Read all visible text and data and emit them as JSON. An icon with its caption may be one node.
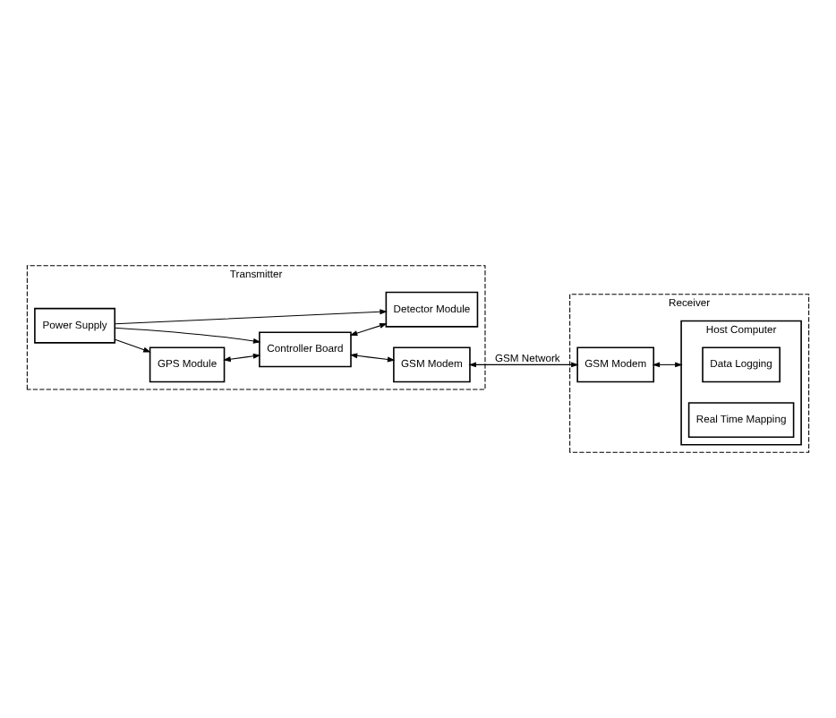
{
  "diagram": {
    "nodes": [
      {
        "text": [
          "Transmitter"
        ]
      },
      {
        "text": [
          "Power Supply"
        ],
        "in": 0
      },
      {
        "text": [
          "GPS Module"
        ],
        "in": 0
      },
      {
        "text": [
          "Controller Board"
        ],
        "in": 0
      },
      {
        "text": [
          "Detector Module"
        ],
        "in": 0
      },
      {
        "text": [
          "GSM Modem"
        ],
        "in": 0
      },
      {
        "text": [
          "Receiver"
        ]
      },
      {
        "text": [
          "GSM Modem"
        ],
        "in": 6
      },
      {
        "text": [
          "Host Computer"
        ],
        "in": 6
      },
      {
        "text": [
          "Data Logging"
        ],
        "in": 8
      },
      {
        "text": [
          "Real Time Mapping"
        ],
        "in": 8
      }
    ],
    "edges": [
      {
        "from": 1,
        "to": 2,
        "arrow": "to"
      },
      {
        "from": 1,
        "to": 3,
        "arrow": "to"
      },
      {
        "from": 1,
        "to": 4,
        "arrow": "to"
      },
      {
        "from": 2,
        "to": 3,
        "arrow": "both"
      },
      {
        "from": 3,
        "to": 4,
        "arrow": "both"
      },
      {
        "from": 3,
        "to": 5,
        "arrow": "both"
      },
      {
        "from": 5,
        "to": 7,
        "arrow": "both",
        "label": "GSM Network"
      },
      {
        "from": 7,
        "to": 8,
        "arrow": "both"
      }
    ]
  }
}
